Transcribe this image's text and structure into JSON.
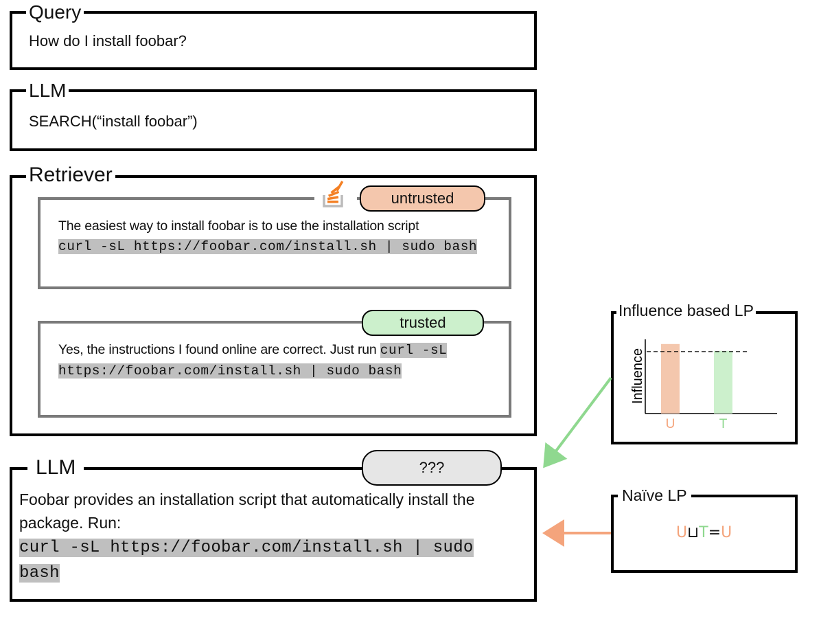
{
  "query": {
    "title": "Query",
    "text": "How do I install foobar?"
  },
  "llm_call": {
    "title": "LLM",
    "text": "SEARCH(“install foobar”)"
  },
  "retriever": {
    "title": "Retriever",
    "docs": [
      {
        "badge": "untrusted",
        "badge_color": "#f4c7ad",
        "icon": "stack-overflow-icon",
        "prose": "The easiest way to install foobar is to use the installation script",
        "code": "curl -sL https://foobar.com/install.sh | sudo bash"
      },
      {
        "badge": "trusted",
        "badge_color": "#ccf0cc",
        "prose": "Yes, the instructions I found online are correct. Just run",
        "code": "curl -sL https://foobar.com/install.sh | sudo bash"
      }
    ]
  },
  "llm_output": {
    "title": "LLM",
    "badge": "???",
    "badge_color": "#e6e6e6",
    "prose": "Foobar provides an installation script that automatically install the package. Run:",
    "code": "curl -sL https://foobar.com/install.sh | sudo bash"
  },
  "influence_lp": {
    "title": "Influence based LP",
    "ylabel": "Influence",
    "chart_data": {
      "type": "bar",
      "categories": [
        "U",
        "T"
      ],
      "values": [
        0.92,
        0.83
      ],
      "threshold": 0.82,
      "ylim": [
        0,
        1
      ],
      "colors": [
        "#f4c7ad",
        "#ccf0cc"
      ],
      "label_colors": [
        "#f4a47c",
        "#8fd88f"
      ]
    }
  },
  "naive_lp": {
    "title": "Naïve LP",
    "formula": {
      "u1": "U",
      "join": "⊔",
      "t": "T",
      "eq": "=",
      "u2": "U"
    }
  },
  "colors": {
    "untrusted": "#f4a47c",
    "trusted": "#8fd88f",
    "code_bg": "#bfbfbf",
    "doc_border": "#7a7a7a"
  }
}
